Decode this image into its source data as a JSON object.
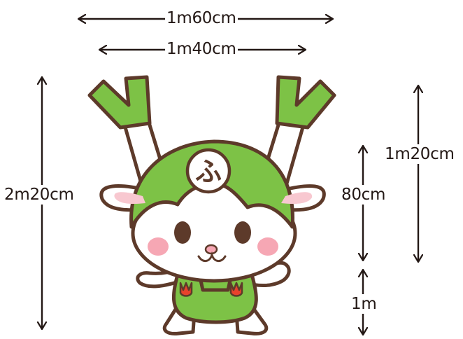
{
  "dimensions": {
    "width_outer": "1m60cm",
    "width_inner": "1m40cm",
    "height_total": "2m20cm",
    "height_upper": "1m20cm",
    "height_head": "80cm",
    "height_lower": "1m"
  },
  "mascot": {
    "head_symbol": "ふ",
    "colors": {
      "green": "#7dc246",
      "outline": "#5d3a2a",
      "face": "#ffffff",
      "cheek": "#f6a7b4",
      "ear_inner": "#f8c8d0",
      "tulip": "#e8422c",
      "arrow": "#231815"
    }
  }
}
